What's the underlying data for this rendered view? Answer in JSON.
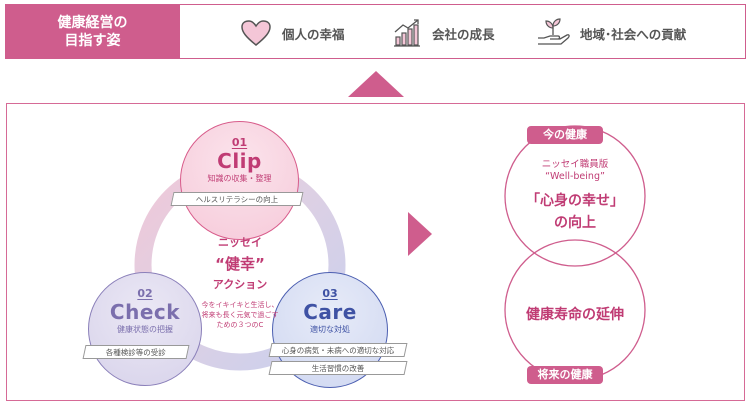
{
  "header": {
    "label_line1": "健康経営の",
    "label_line2": "目指す姿",
    "pillars": [
      {
        "label": "個人の幸福",
        "icon": "heart-icon"
      },
      {
        "label": "会社の成長",
        "icon": "growth-chart-icon"
      },
      {
        "label": "地域･社会への貢献",
        "icon": "hand-sprout-icon"
      }
    ]
  },
  "cycle": {
    "clip": {
      "num": "01",
      "word": "Clip",
      "sub": "知識の収集・整理",
      "tag": "ヘルスリテラシーの向上"
    },
    "check": {
      "num": "02",
      "word": "Check",
      "sub": "健康状態の把握",
      "tag": "各種検診等の受診"
    },
    "care": {
      "num": "03",
      "word": "Care",
      "sub": "適切な対処",
      "tags": [
        "心身の病気・未病への適切な対応",
        "生活習慣の改善"
      ]
    },
    "center": {
      "line1": "ニッセイ",
      "line2": "“健幸”",
      "line3": "アクション",
      "desc1": "今をイキイキと生活し、",
      "desc2": "将来も長く元気で過ごす",
      "desc3": "ための３つのC"
    }
  },
  "right": {
    "now_label": "今の健康",
    "brand_line1": "ニッセイ職員版",
    "brand_line2": "“Well-being”",
    "main_line1": "「心身の幸せ」",
    "main_line2": "の向上",
    "longevity": "健康寿命の延伸",
    "future_label": "将来の健康"
  },
  "colors": {
    "accent": "#cf5d8d",
    "clip": "#d85c8b",
    "check": "#8a7fb9",
    "care": "#4c5fb1"
  }
}
